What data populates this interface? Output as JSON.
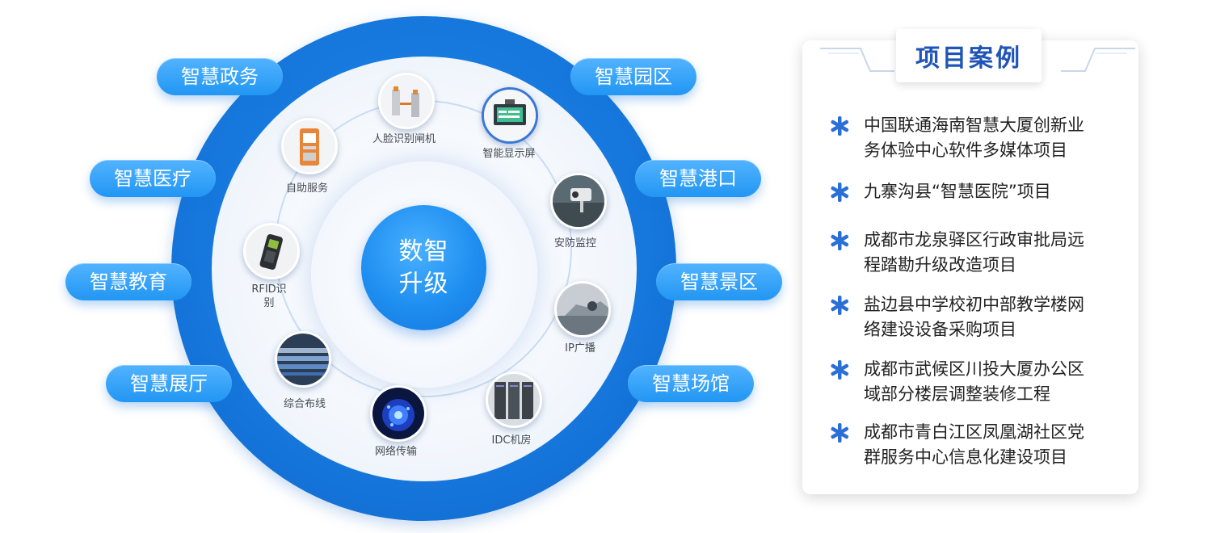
{
  "center": {
    "line1": "数智",
    "line2": "升级"
  },
  "domains": {
    "gov": "智慧政务",
    "medical": "智慧医疗",
    "education": "智慧教育",
    "exhibition": "智慧展厅",
    "park": "智慧园区",
    "port": "智慧港口",
    "scenic": "智慧景区",
    "venue": "智慧场馆"
  },
  "devices": {
    "face_gate": "人脸识别闸机",
    "display": "智能显示屏",
    "self_service": "自助服务",
    "security": "安防监控",
    "rfid_line1": "RFID识",
    "rfid_line2": "别",
    "ip_broadcast": "IP广播",
    "cabling": "综合布线",
    "network": "网络传输",
    "idc": "IDC机房"
  },
  "cases": {
    "title": "项目案例",
    "items": [
      {
        "line1": "中国联通海南智慧大厦创新业",
        "line2": "务体验中心软件多媒体项目"
      },
      {
        "line1": "九寨沟县“智慧医院”项目",
        "line2": ""
      },
      {
        "line1": "成都市龙泉驿区行政审批局远",
        "line2": "程踏勘升级改造项目"
      },
      {
        "line1": "盐边县中学校初中部教学楼网",
        "line2": "络建设设备采购项目"
      },
      {
        "line1": "成都市武候区川投大厦办公区",
        "line2": "域部分楼层调整装修工程"
      },
      {
        "line1": "成都市青白江区凤凰湖社区党",
        "line2": "群服务中心信息化建设项目"
      }
    ]
  },
  "colors": {
    "ring_blue": "#1677dc",
    "pill_blue": "#2196f3",
    "title_blue": "#1f55b8",
    "star_blue": "#2a6fd6"
  }
}
